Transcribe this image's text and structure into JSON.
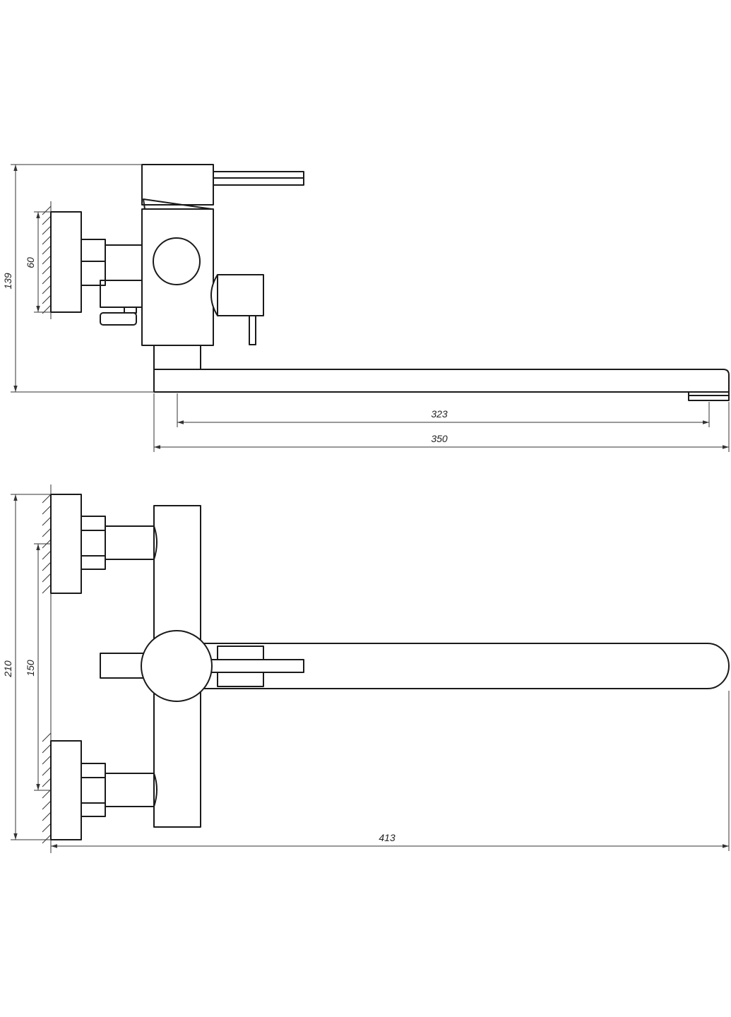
{
  "dimensions": {
    "side_view": {
      "total_height": "139",
      "mount_height": "60",
      "spout_reach_inner": "323",
      "spout_reach_total": "350"
    },
    "top_view": {
      "total_width": "210",
      "center_distance": "150",
      "total_length": "413"
    }
  }
}
